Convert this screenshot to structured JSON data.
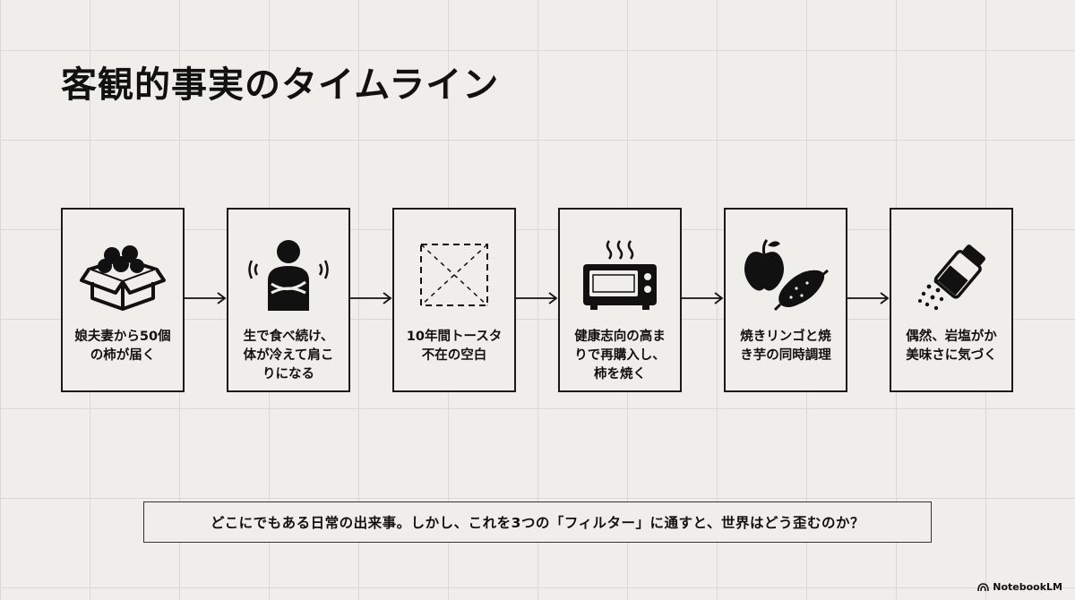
{
  "title": "客観的事実のタイムライン",
  "steps": [
    {
      "label": "娘夫妻から50個\nの柿が届く",
      "icon": "box-of-persimmons-icon"
    },
    {
      "label": "生で食べ続け、\n体が冷えて肩こ\nりになる",
      "icon": "shivering-person-icon"
    },
    {
      "label": "10年間トースタ\n不在の空白",
      "icon": "empty-dashed-box-icon"
    },
    {
      "label": "健康志向の高ま\nりで再購入し、\n柿を焼く",
      "icon": "toaster-oven-icon"
    },
    {
      "label": "焼きリンゴと焼\nき芋の同時調理",
      "icon": "apple-and-sweet-potato-icon"
    },
    {
      "label": "偶然、岩塩がか\n美味さに気づく",
      "icon": "salt-shaker-icon"
    }
  ],
  "caption": "どこにでもある日常の出来事。しかし、これを3つの「フィルター」に通すと、世界はどう歪むのか？",
  "brand": "NotebookLM"
}
